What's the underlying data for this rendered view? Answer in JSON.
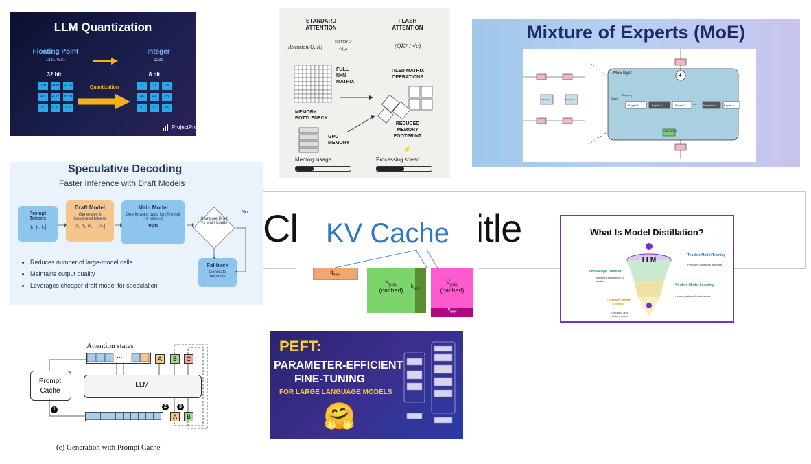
{
  "background": {
    "title": "Click to add title"
  },
  "quant": {
    "title": "LLM Quantization",
    "float_label": "Floating Point",
    "float_value": "1231.4531",
    "int_label": "Integer",
    "int_value": "1231",
    "bits32": "32 bit",
    "bits8": "8 bit",
    "arrow_label": "Quantization",
    "brand": "ProjectPro",
    "left_cells": [
      "0.31",
      "-0.37",
      "-2.14",
      "4.3",
      "4.32",
      "15.78",
      "3.1",
      "0.31",
      "9.6"
    ],
    "right_cells": [
      "21",
      "37",
      "23",
      "45",
      "42",
      "78",
      "51",
      "23",
      "96"
    ]
  },
  "attn": {
    "std_title_1": "STANDARD",
    "std_title_2": "ATTENTION",
    "flash_title_1": "FLASH",
    "flash_title_2": "ATTENTION",
    "std_formula": "Attention(Q, K)",
    "std_formula_2": "softmax Q",
    "std_formula_3": "√d_k",
    "flash_formula": "(QKᵀ / √c)",
    "full_1": "FULL",
    "full_2": "N×N",
    "full_3": "MATRIX",
    "tiled_1": "TILED MATRIX",
    "tiled_2": "OPERATIONS",
    "mem_bottle_1": "MEMORY",
    "mem_bottle_2": "BOTTLENECK",
    "gpu_1": "GPU",
    "gpu_2": "MEMORY",
    "reduced_1": "REDUCED",
    "reduced_2": "MEMORY",
    "reduced_3": "FOOTPRINT",
    "memory_usage": "Memory usage",
    "processing_speed": "Processing speed",
    "bolt": "⚡",
    "memory_usage_level": 0.33,
    "processing_speed_level": 0.5
  },
  "moe": {
    "title": "Mixture of Experts (MoE)",
    "layer_label": "MoE layer",
    "experts": [
      "Expert 1",
      "Expert 2",
      "Expert 3",
      "Expert n-1",
      "Expert n"
    ],
    "gating": "Gating Network",
    "small_labels": [
      "MoE layer",
      "MoE layer"
    ],
    "dots": "...",
    "plus": "+",
    "x_label": "Ge(x)₁",
    "y_label": "Ge(x)ₙ₋₁"
  },
  "spec": {
    "title": "Speculative Decoding",
    "subtitle": "Faster Inference with Draft Models",
    "prompt_title": "Prompt Tokens",
    "prompt_tokens": "[t₁, t₁, t₂]",
    "draft_title": "Draft Model",
    "draft_desc": "Generates k lookahead tokens",
    "draft_tokens": "[d₁, d₂, d₃, ..., dₖ]",
    "main_title": "Main Model",
    "main_desc": "One forward pass for (Prompt + k tokens)",
    "main_logits": "logits",
    "compare": "Compare Draft vs Main Logits",
    "no_label": "No",
    "fallback_title": "Fallback",
    "fallback_desc": "Generate normally",
    "bullets": [
      "Reduces number of large-model calls",
      "Maintains output quality",
      "Leverages cheaper draft model for speculation"
    ]
  },
  "kv": {
    "title": "KV Cache",
    "q_new": "q",
    "q_sub": "new",
    "k_prev": "K",
    "k_prev_sub": "prev",
    "k_cached": "(cached)",
    "k_new": "k",
    "k_new_sub": "new",
    "v_prev": "V",
    "v_prev_sub": "prev",
    "v_cached": "(cached)",
    "v_new": "v",
    "v_new_sub": "new"
  },
  "distill": {
    "title": "What Is Model Distillation?",
    "center": "LLM",
    "teacher_title": "Teacher Model Training",
    "teacher_desc": "Prepares model for teaching",
    "transfer_title": "Knowledge Transfer",
    "transfer_desc": "Transfers knowledge to student",
    "student_title": "Student Model Learning",
    "student_desc": "Learns patterns from teacher",
    "output_title": "Distilled Model Output",
    "output_desc": "Compact and efficient model"
  },
  "pcache": {
    "attention_states": "Attention states",
    "dots": "...",
    "prompt_cache_1": "Prompt",
    "prompt_cache_2": "Cache",
    "llm": "LLM",
    "tokens_top": [
      "A",
      "B",
      "C"
    ],
    "tokens_bottom": [
      "A",
      "B"
    ],
    "step1": "1",
    "step2": "2",
    "step3": "3",
    "caption": "(c) Generation with Prompt Cache"
  },
  "peft": {
    "title": "PEFT:",
    "line1": "PARAMETER-EFFICIENT",
    "line2": "FINE-TUNING",
    "line3": "FOR LARGE LANGUAGE MODELS",
    "emoji": "🤗"
  },
  "colors": {
    "quant_bg": "#151a45",
    "quant_cell": "#2aa7e8",
    "quant_arrow": "#f5b01a",
    "moe_title": "#1d2a6b",
    "spec_blue": "#8ec5ef",
    "spec_orange": "#f6c58c",
    "kv_blue": "#2f79c6",
    "kv_q": "#f2a66b",
    "kv_k": "#7cd56a",
    "kv_knew": "#5b8c32",
    "kv_v": "#ff5ad0",
    "kv_vnew": "#b0097f",
    "distill_border": "#7a2fd0",
    "peft_yellow": "#ffcc33"
  }
}
